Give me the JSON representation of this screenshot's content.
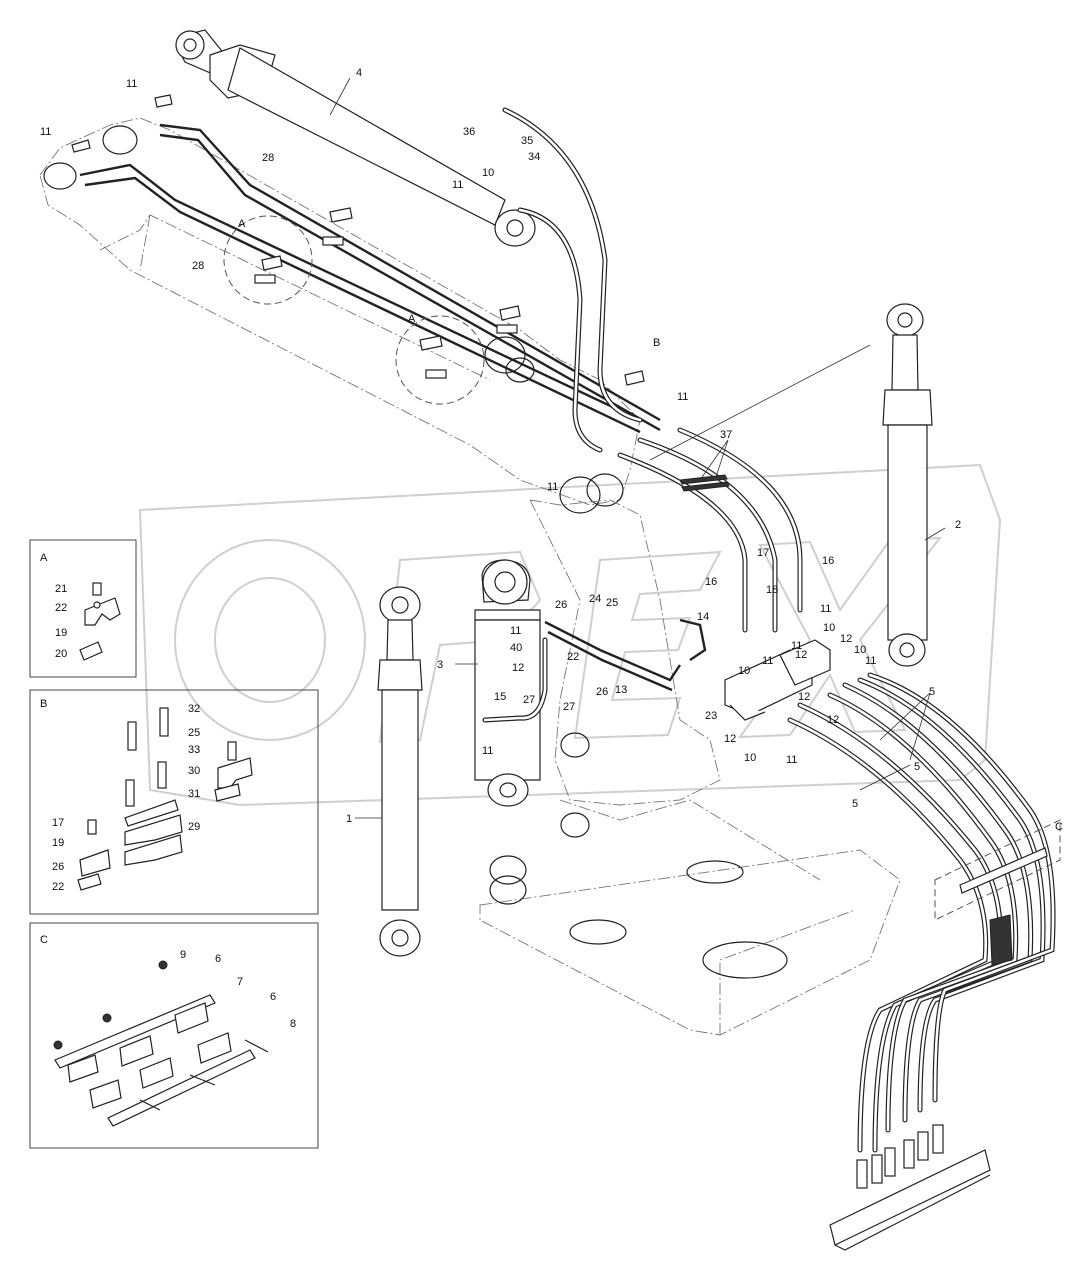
{
  "watermark": {
    "text": "OPEX"
  },
  "callouts": {
    "c1": "1",
    "c2": "2",
    "c3": "3",
    "c4": "4",
    "c5a": "5",
    "c5b": "5",
    "c5c": "5",
    "c10a": "10",
    "c10b": "10",
    "c10c": "10",
    "c10d": "10",
    "c10e": "10",
    "c11a": "11",
    "c11b": "11",
    "c11c": "11",
    "c11d": "11",
    "c11e": "11",
    "c11f": "11",
    "c11g": "11",
    "c11h": "11",
    "c11i": "11",
    "c11j": "11",
    "c11k": "11",
    "c11l": "11",
    "c12a": "12",
    "c12b": "12",
    "c12c": "12",
    "c12d": "12",
    "c12e": "12",
    "c12f": "12",
    "c13": "13",
    "c14": "14",
    "c15": "15",
    "c16a": "16",
    "c16b": "16",
    "c17": "17",
    "c18": "18",
    "c22": "22",
    "c23": "23",
    "c24": "24",
    "c25": "25",
    "c26a": "26",
    "c26b": "26",
    "c27a": "27",
    "c27b": "27",
    "c28a": "28",
    "c28b": "28",
    "c34": "34",
    "c35": "35",
    "c36": "36",
    "c37": "37",
    "c40": "40",
    "detA1": "A",
    "detA2": "A",
    "detB": "B",
    "detC": "C"
  },
  "detail_a": {
    "title": "A",
    "labels": [
      "21",
      "22",
      "19",
      "20"
    ]
  },
  "detail_b": {
    "title": "B",
    "labels": [
      "32",
      "25",
      "33",
      "30",
      "31",
      "29",
      "17",
      "19",
      "26",
      "22"
    ]
  },
  "detail_c": {
    "title": "C",
    "labels": [
      "9",
      "6",
      "7",
      "6",
      "8"
    ]
  }
}
